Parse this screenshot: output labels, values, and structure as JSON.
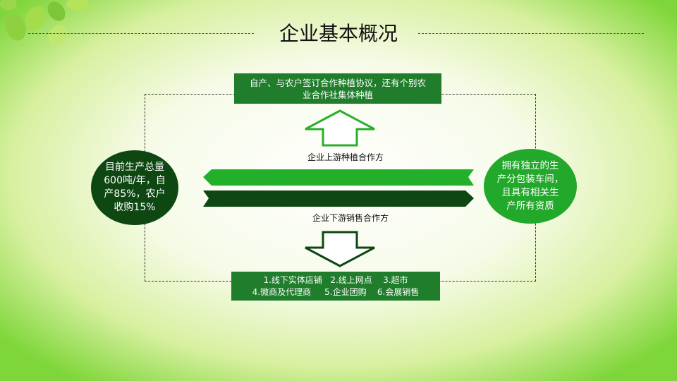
{
  "title": "企业基本概况",
  "top_box": {
    "line1": "自产、与农户签订合作种植协议，还有个别农",
    "line2": "业合作社集体种植"
  },
  "upstream_label": "企业上游种植合作方",
  "downstream_label": "企业下游销售合作方",
  "left_circle": {
    "line1": "目前生产总量",
    "line2": "600吨/年，自",
    "line3": "产85%，农户",
    "line4": "收购15%"
  },
  "right_circle": {
    "line1": "拥有独立的生",
    "line2": "产分包装车间，",
    "line3": "且具有相关生",
    "line4": "产所有资质"
  },
  "bottom_box": {
    "line1": "1.线下实体店铺   2.线上网点    3.超市",
    "line2": "4.微商及代理商     5.企业团购    6.会展销售"
  },
  "colors": {
    "box": "#1f7d2b",
    "light_green": "#22b02a",
    "dark_green": "#0e4712"
  }
}
